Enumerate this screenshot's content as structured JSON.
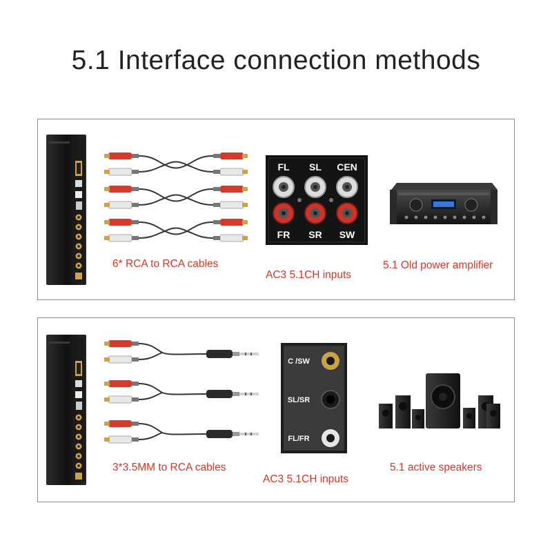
{
  "title": "5.1 Interface connection methods",
  "colors": {
    "caption": "#d23628",
    "panel_border": "#8a8a8a",
    "device_body": "#1c1c1c",
    "plug_red": "#d33b2f",
    "plug_white": "#e8e8e8",
    "gold": "#c9a24a"
  },
  "rows": [
    {
      "cable_caption": "6* RCA to RCA cables",
      "input_caption": "AC3 5.1CH inputs",
      "target_caption": "5.1 Old power amplifier",
      "jack_labels_top": [
        "FL",
        "SL",
        "CEN"
      ],
      "jack_labels_bottom": [
        "FR",
        "SR",
        "SW"
      ]
    },
    {
      "cable_caption": "3*3.5MM to RCA cables",
      "input_caption": "AC3 5.1CH inputs",
      "target_caption": "5.1 active speakers",
      "jack_labels": [
        "C /SW",
        "SL/SR",
        "FL/FR"
      ]
    }
  ]
}
